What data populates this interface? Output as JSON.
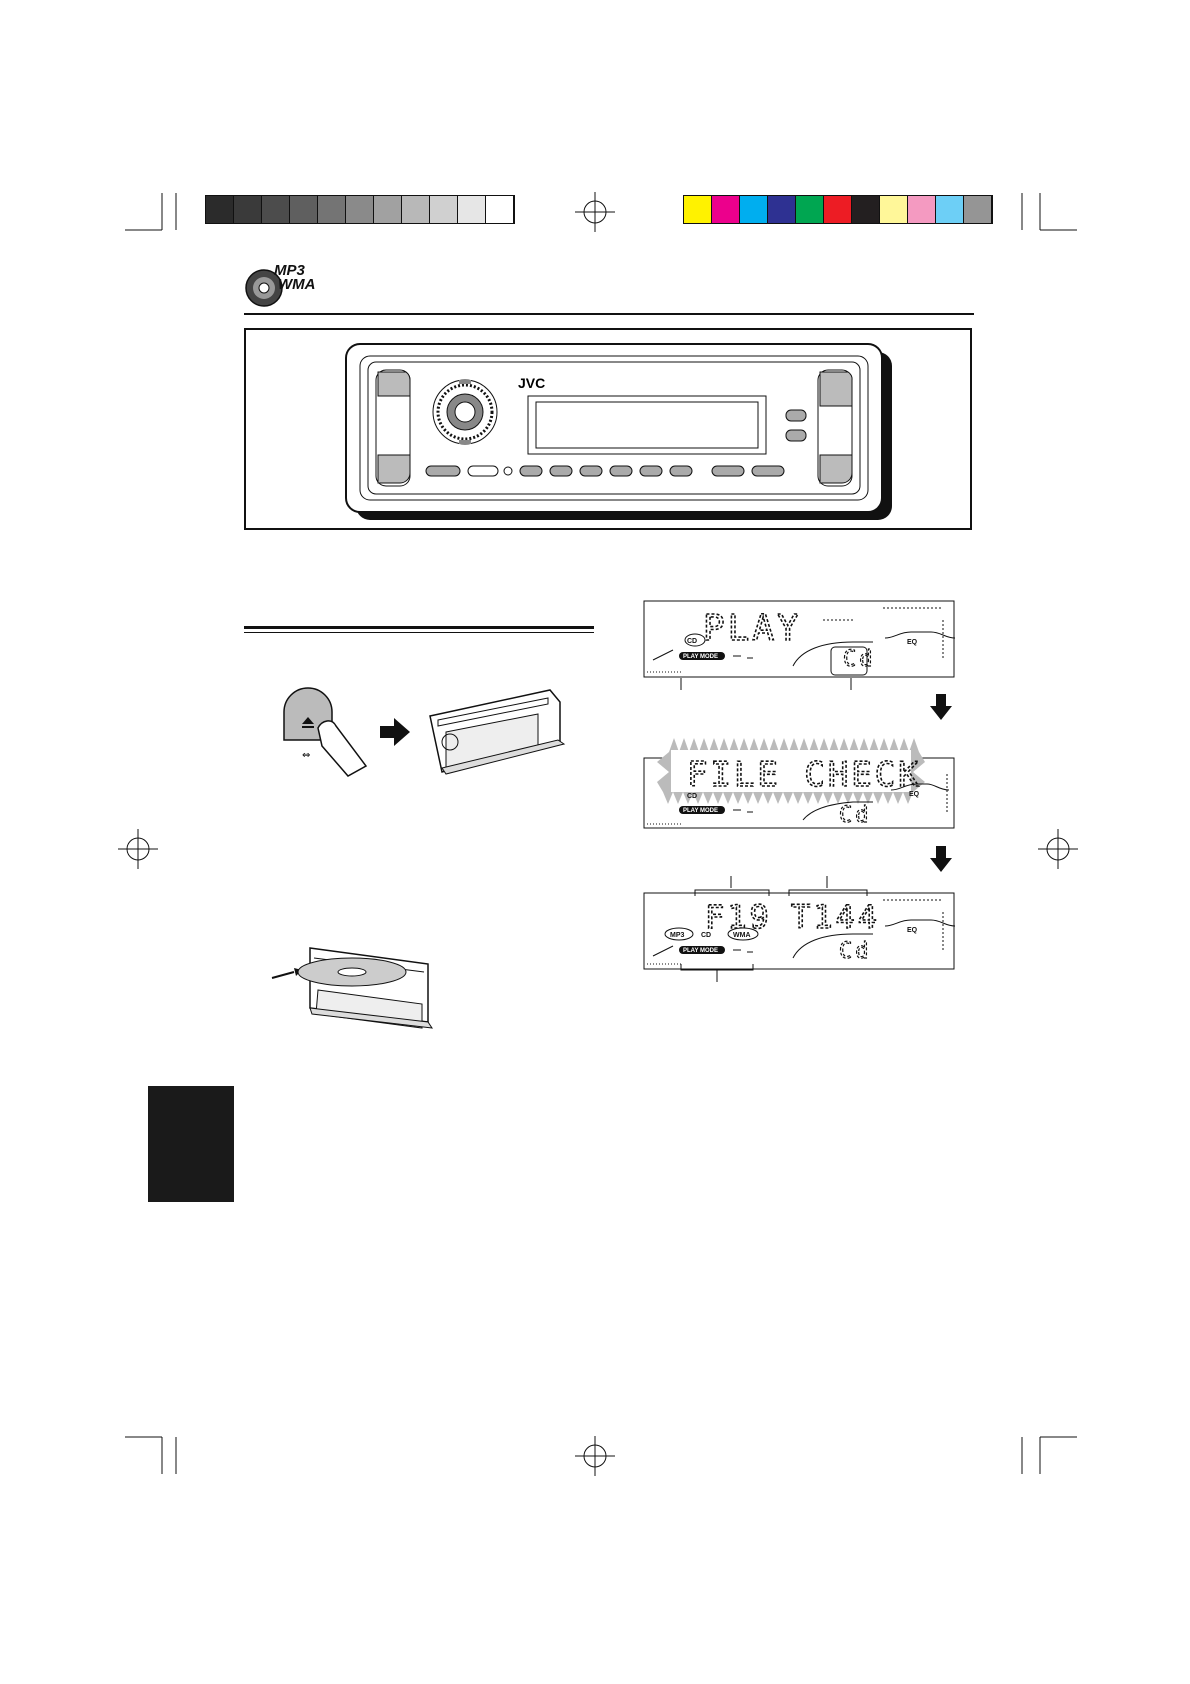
{
  "logo": {
    "line1": "MP3",
    "line2": "WMA"
  },
  "unit": {
    "brand": "JVC"
  },
  "displays": [
    {
      "main_text": "PLAY",
      "indicators": [
        "CD"
      ],
      "play_mode": "PLAY MODE",
      "eq": "EQ",
      "cd_glyph": "Cd"
    },
    {
      "main_text": "FILE CHECK",
      "indicators": [
        "CD"
      ],
      "play_mode": "PLAY MODE",
      "eq": "EQ",
      "cd_glyph": "Cd"
    },
    {
      "folder_text": "F19",
      "track_text": "T144",
      "indicators": [
        "MP3",
        "CD",
        "WMA"
      ],
      "play_mode": "PLAY MODE",
      "eq": "EQ",
      "cd_glyph": "Cd"
    }
  ],
  "colors": {
    "gray_bar": [
      "#2b2b2b",
      "#3a3a3a",
      "#4c4c4c",
      "#5f5f5f",
      "#747474",
      "#8a8a8a",
      "#a1a1a1",
      "#b8b8b8",
      "#d0d0d0",
      "#e6e6e6",
      "#ffffff"
    ],
    "color_bar": [
      "#fff200",
      "#ec008c",
      "#00aeef",
      "#2e3192",
      "#00a651",
      "#ed1c24",
      "#231f20",
      "#fff799",
      "#f49ac1",
      "#6dcff6",
      "#959595"
    ],
    "side_tab": "#1a1a1a"
  }
}
